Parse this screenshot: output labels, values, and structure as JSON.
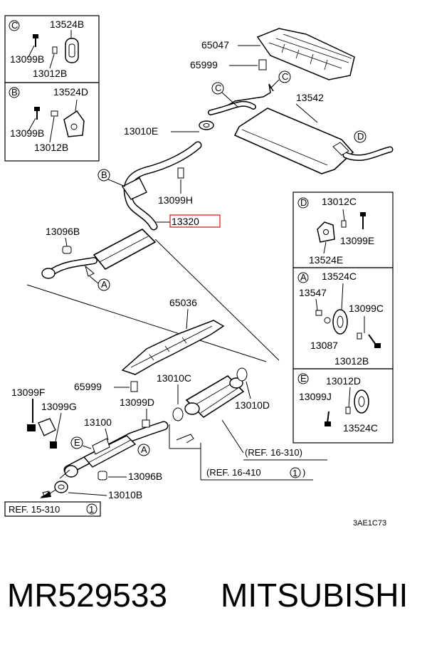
{
  "diagram_code": "3AE1C73",
  "footer": {
    "part_number": "MR529533",
    "brand": "MITSUBISHI"
  },
  "insets": {
    "C": {
      "letter": "C",
      "parts": [
        "13524B",
        "13099B",
        "13012B"
      ]
    },
    "B": {
      "letter": "B",
      "parts": [
        "13524D",
        "13099B",
        "13012B"
      ]
    },
    "D": {
      "letter": "D",
      "parts": [
        "13012C",
        "13099E",
        "13524E"
      ]
    },
    "A": {
      "letter": "A",
      "parts": [
        "13524C",
        "13547",
        "13099C",
        "13087",
        "13012B"
      ]
    },
    "E": {
      "letter": "E",
      "parts": [
        "13012D",
        "13099J",
        "13524C"
      ]
    }
  },
  "callouts": {
    "heat_shield_rear": "65047",
    "bolt_rear": "65999",
    "muffler": "13542",
    "gasket_c": "13010E",
    "bolt_h": "13099H",
    "center_pipe": "13320",
    "nut_b": "13096B",
    "heat_shield_front": "65036",
    "bolt_front": "65999",
    "gasket_c2": "13010C",
    "gasket_d": "13010D",
    "bolt_f": "13099F",
    "bolt_g": "13099G",
    "bolt_d": "13099D",
    "front_pipe": "13100",
    "nut_b2": "13096B",
    "gasket_b": "13010B"
  },
  "refs": {
    "ref1": "(REF. 16-310)",
    "ref2": "(REF. 16-410",
    "ref2_num": "1",
    "ref3": "REF. 15-310",
    "ref3_num": "1"
  },
  "markers": {
    "c1": "C",
    "c2": "C",
    "b": "B",
    "d": "D",
    "a1": "A",
    "a2": "A",
    "e": "E"
  },
  "highlight_color": "#e03030"
}
